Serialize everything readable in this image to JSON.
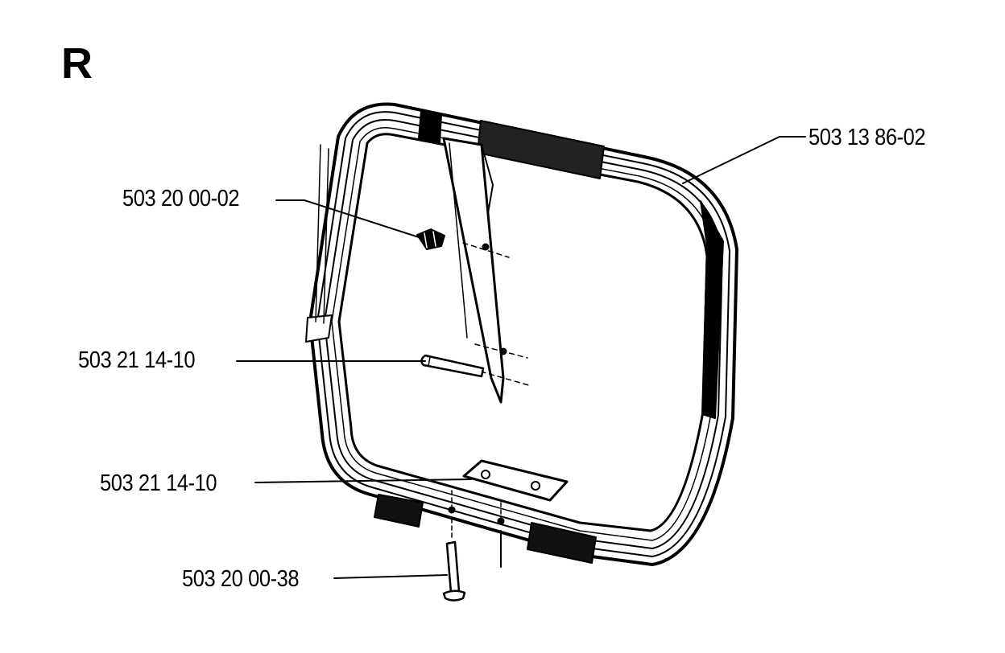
{
  "section_letter": "R",
  "parts": {
    "front_handle": "503 13 86-02",
    "bracket_screw": "503 20 00-02",
    "upper_pin": "503 21 14-10",
    "lower_pin": "503 21 14-10",
    "bottom_screw": "503 20 00-38"
  },
  "colors": {
    "line": "#000000",
    "background": "#ffffff"
  }
}
